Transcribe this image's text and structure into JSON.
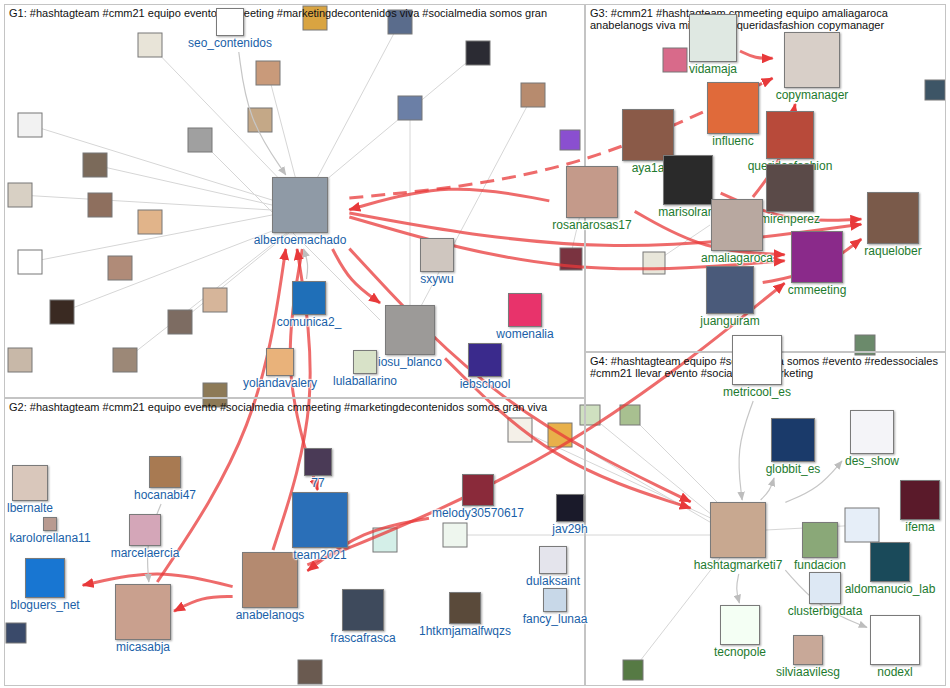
{
  "diagram": {
    "nodes": [
      {
        "text": [
          "G1: #hashtagteam #cmm21 equipo evento cmmeeting #marketingdecontenidos viva #socialmedia somos gran"
        ]
      },
      {
        "text": [
          "seo_contenidos"
        ],
        "in": 0
      },
      {
        "text": [
          "albertoemachado"
        ],
        "in": 0
      },
      {
        "text": [
          "comunica2_"
        ],
        "in": 0
      },
      {
        "text": [
          "sxywu"
        ],
        "in": 0
      },
      {
        "text": [
          "iosu_blanco"
        ],
        "in": 0
      },
      {
        "text": [
          "womenalia"
        ],
        "in": 0
      },
      {
        "text": [
          "iebschool"
        ],
        "in": 0
      },
      {
        "text": [
          "yolandavalery"
        ],
        "in": 0
      },
      {
        "text": [
          "lulaballarino"
        ],
        "in": 0
      },
      {
        "text": [
          "G2: #hashtagteam #cmm21 equipo evento #socialmedia cmmeeting #marketingdecontenidos somos gran viva"
        ]
      },
      {
        "text": [
          "lbernalte"
        ],
        "in": 10
      },
      {
        "text": [
          "karolorellana11"
        ],
        "in": 10
      },
      {
        "text": [
          "bloguers_net"
        ],
        "in": 10
      },
      {
        "text": [
          "hocanabi47"
        ],
        "in": 10
      },
      {
        "text": [
          "marcelaercia"
        ],
        "in": 10
      },
      {
        "text": [
          "micasabja"
        ],
        "in": 10
      },
      {
        "text": [
          "anabelanogs"
        ],
        "in": 10
      },
      {
        "text": [
          "77"
        ],
        "in": 10
      },
      {
        "text": [
          "team2021"
        ],
        "in": 10
      },
      {
        "text": [
          "frascafrasca"
        ],
        "in": 10
      },
      {
        "text": [
          "1htkmjamalfwqzs"
        ],
        "in": 10
      },
      {
        "text": [
          "melody30570617"
        ],
        "in": 10
      },
      {
        "text": [
          "jav29h"
        ],
        "in": 10
      },
      {
        "text": [
          "dulaksaint"
        ],
        "in": 10
      },
      {
        "text": [
          "fancy_lunaa"
        ],
        "in": 10
      },
      {
        "text": [
          "G3: #cmm21 #hashtagteam cmmeeting equipo amaliagaroca anabelanogs viva mirenperez queridasfashion copymanager"
        ]
      },
      {
        "text": [
          "vidamaja"
        ],
        "in": 26
      },
      {
        "text": [
          "copymanager"
        ],
        "in": 26
      },
      {
        "text": [
          "aya1a"
        ],
        "in": 26
      },
      {
        "text": [
          "influenc"
        ],
        "in": 26
      },
      {
        "text": [
          "queridasfashion"
        ],
        "in": 26
      },
      {
        "text": [
          "marisolram"
        ],
        "in": 26
      },
      {
        "text": [
          "rosanarosas17"
        ],
        "in": 26
      },
      {
        "text": [
          "mirenperez"
        ],
        "in": 26
      },
      {
        "text": [
          "amaliagaroca"
        ],
        "in": 26
      },
      {
        "text": [
          "raquelober"
        ],
        "in": 26
      },
      {
        "text": [
          "cmmeeting"
        ],
        "in": 26
      },
      {
        "text": [
          "juanguiram"
        ],
        "in": 26
      },
      {
        "text": [
          "G4: #hashtagteam equipo #socialmedia somos #evento #redessociales #cmm21 llevar evento #socialmediamarketing"
        ]
      },
      {
        "text": [
          "metricool_es"
        ],
        "in": 39
      },
      {
        "text": [
          "globbit_es"
        ],
        "in": 39
      },
      {
        "text": [
          "des_show"
        ],
        "in": 39
      },
      {
        "text": [
          "ifema"
        ],
        "in": 39
      },
      {
        "text": [
          "hashtagmarketi7"
        ],
        "in": 39
      },
      {
        "text": [
          "fundacion"
        ],
        "in": 39
      },
      {
        "text": [
          "clusterbigdata"
        ],
        "in": 39
      },
      {
        "text": [
          "aldomanucio_lab"
        ],
        "in": 39
      },
      {
        "text": [
          "tecnopole"
        ],
        "in": 39
      },
      {
        "text": [
          "silviaavilesg"
        ],
        "in": 39
      },
      {
        "text": [
          "nodexl"
        ],
        "in": 39
      }
    ],
    "edges": [
      {
        "from": 2,
        "to": 28,
        "arrow": "to"
      },
      {
        "from": 2,
        "to": 36,
        "arrow": "to"
      },
      {
        "from": 2,
        "to": 37,
        "arrow": "to"
      },
      {
        "from": 2,
        "to": 19,
        "arrow": "to"
      },
      {
        "from": 17,
        "to": 2,
        "arrow": "to"
      },
      {
        "from": 17,
        "to": 16,
        "arrow": "to"
      },
      {
        "from": 17,
        "to": 13,
        "arrow": "to"
      },
      {
        "from": 17,
        "to": 37,
        "arrow": "to"
      },
      {
        "from": 33,
        "to": 2,
        "arrow": "to"
      },
      {
        "from": 35,
        "to": 28,
        "arrow": "to"
      },
      {
        "from": 27,
        "to": 28,
        "arrow": "to"
      },
      {
        "from": 32,
        "to": 36,
        "arrow": "to"
      },
      {
        "from": 5,
        "to": 44,
        "arrow": "to"
      },
      {
        "from": 2,
        "to": 44,
        "arrow": "to"
      },
      {
        "from": 38,
        "to": 36,
        "arrow": "to"
      },
      {
        "from": 33,
        "to": 37,
        "arrow": "to"
      },
      {
        "from": 2,
        "to": 5,
        "arrow": "to"
      },
      {
        "from": 16,
        "to": 2,
        "arrow": "to"
      },
      {
        "from": 1,
        "to": 2,
        "arrow": "to"
      },
      {
        "from": 3,
        "to": 2,
        "arrow": "to"
      },
      {
        "from": 44,
        "to": 41,
        "arrow": "to"
      },
      {
        "from": 44,
        "to": 42,
        "arrow": "to"
      },
      {
        "from": 44,
        "to": 48,
        "arrow": "to"
      },
      {
        "from": 44,
        "to": 50,
        "arrow": "to"
      },
      {
        "from": 40,
        "to": 44,
        "arrow": "to"
      },
      {
        "from": 22,
        "to": 17,
        "arrow": "to"
      },
      {
        "from": 14,
        "to": 16,
        "arrow": "to"
      }
    ]
  }
}
